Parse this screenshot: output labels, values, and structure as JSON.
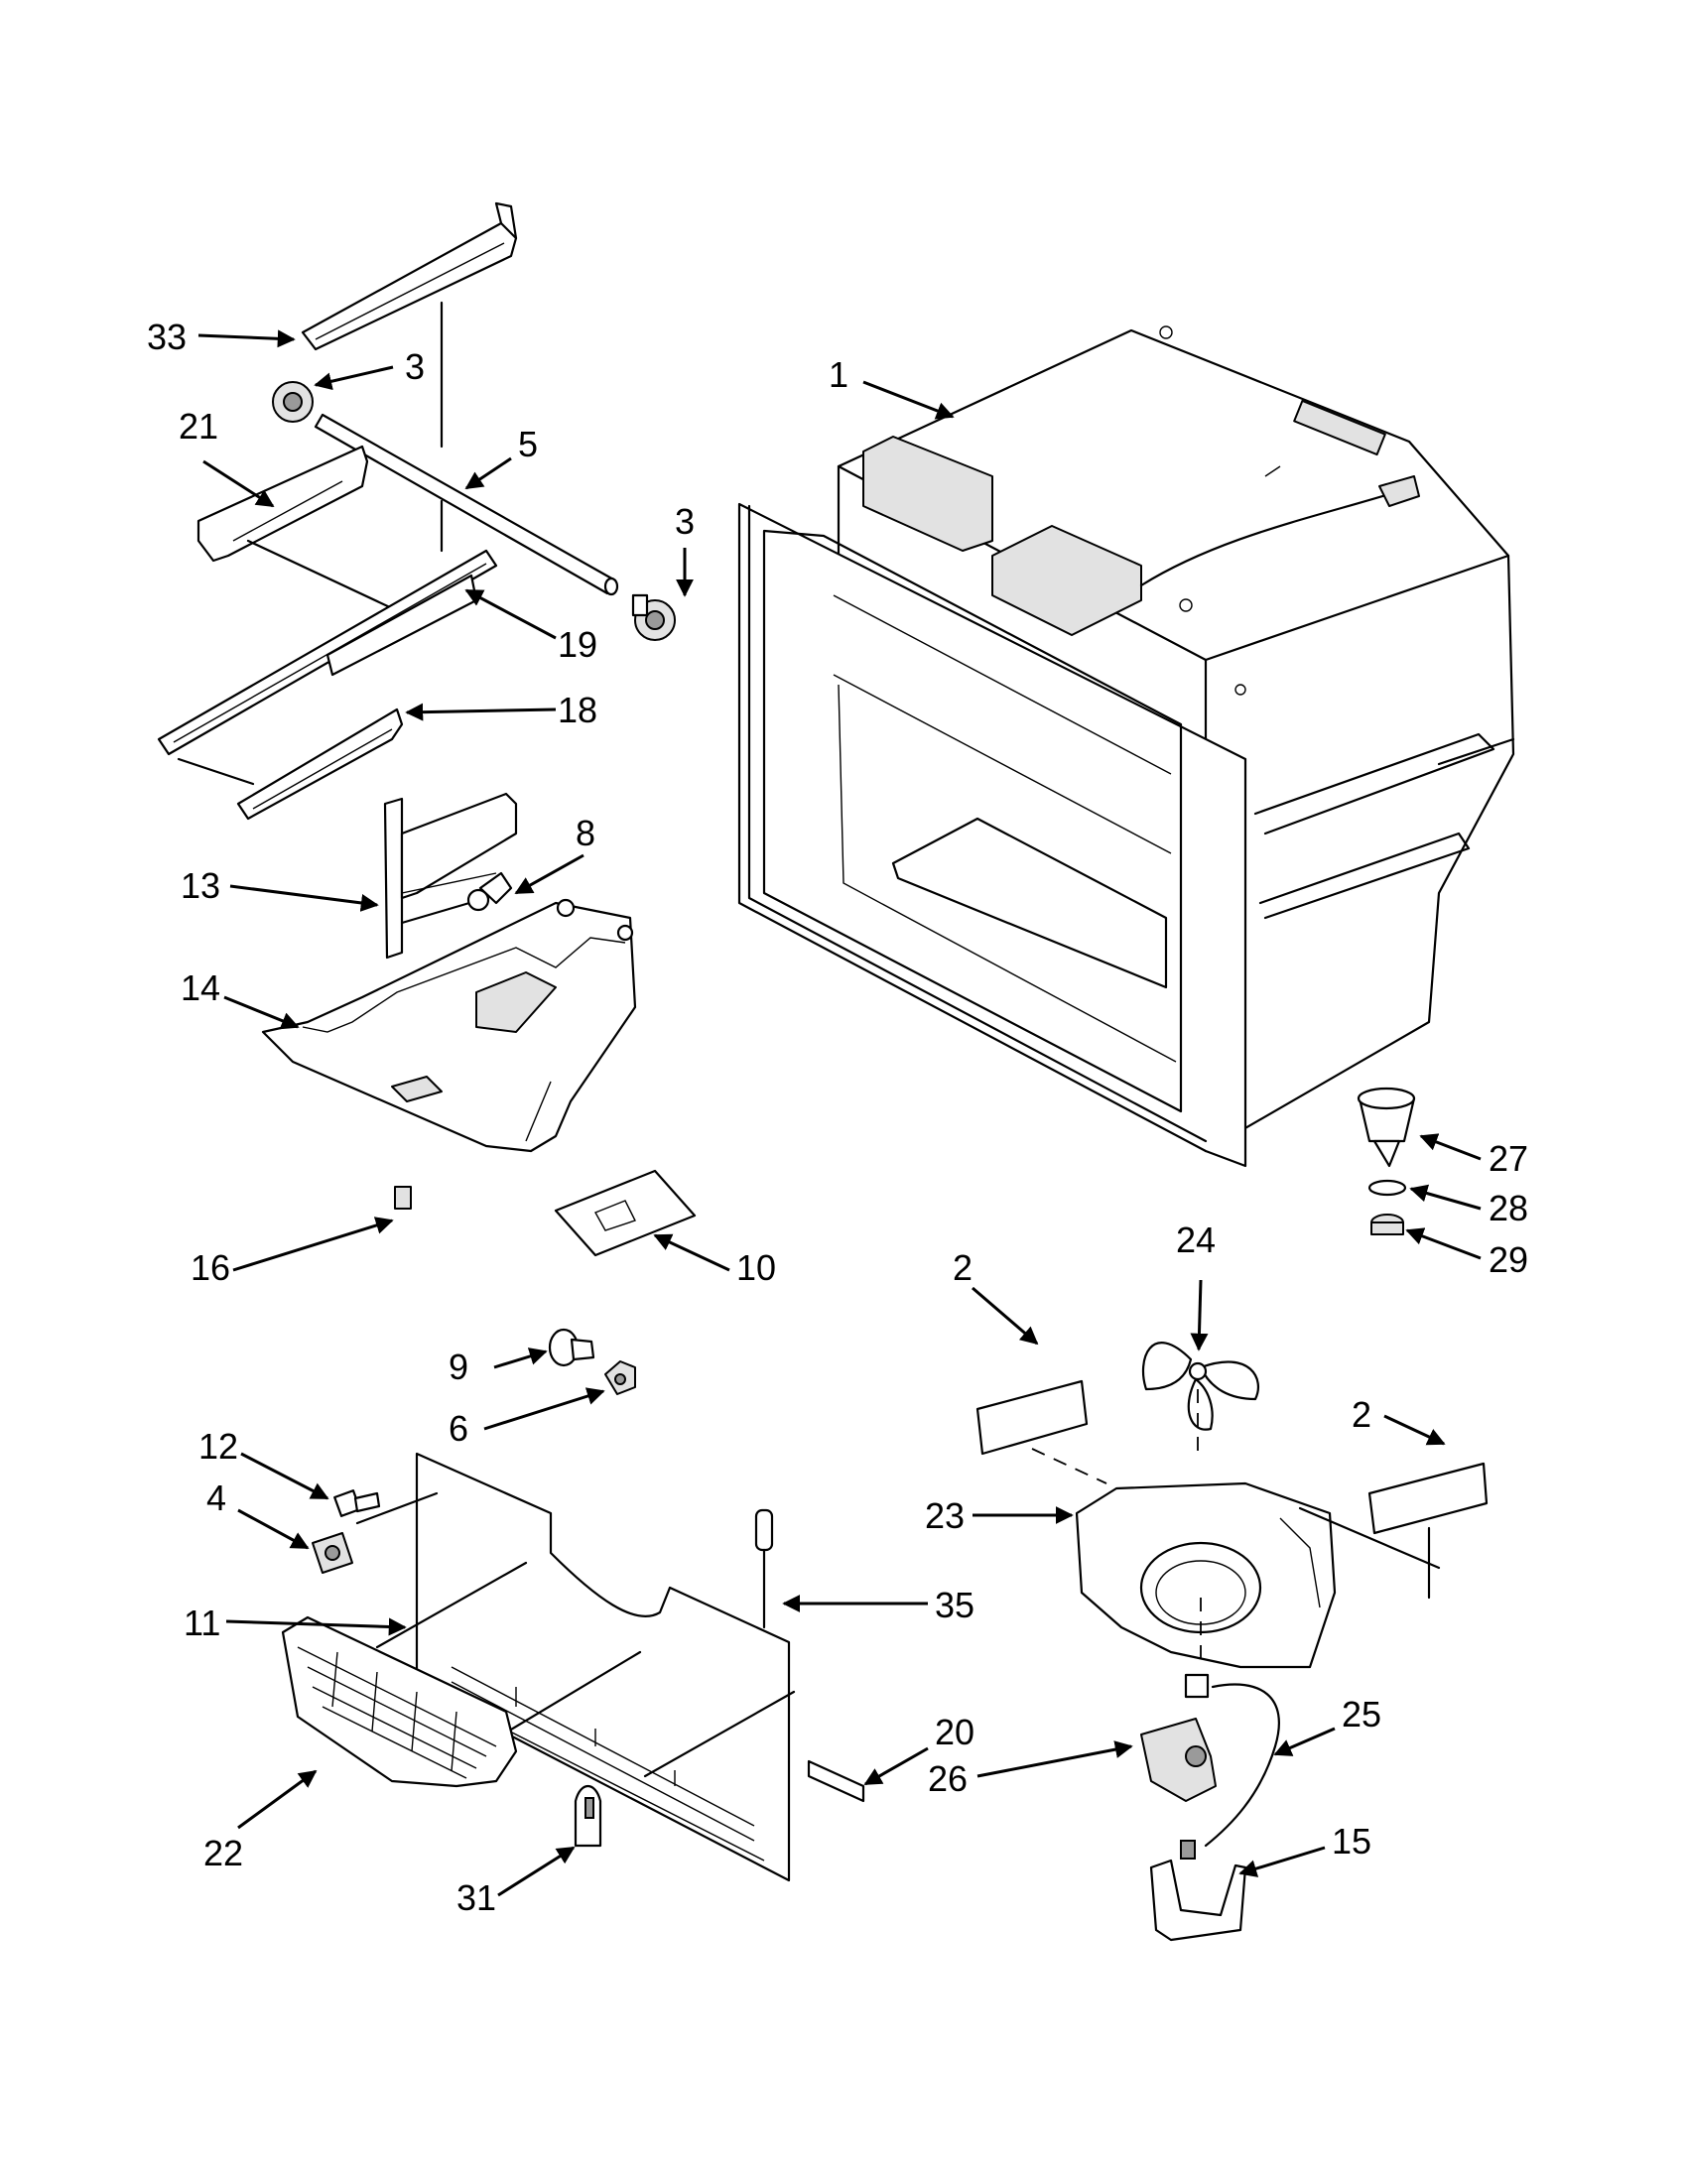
{
  "callouts": [
    {
      "id": "c33",
      "text": "33"
    },
    {
      "id": "c3a",
      "text": "3"
    },
    {
      "id": "c21",
      "text": "21"
    },
    {
      "id": "c5",
      "text": "5"
    },
    {
      "id": "c3b",
      "text": "3"
    },
    {
      "id": "c19",
      "text": "19"
    },
    {
      "id": "c18",
      "text": "18"
    },
    {
      "id": "c13",
      "text": "13"
    },
    {
      "id": "c8",
      "text": "8"
    },
    {
      "id": "c14",
      "text": "14"
    },
    {
      "id": "c16",
      "text": "16"
    },
    {
      "id": "c10",
      "text": "10"
    },
    {
      "id": "c9",
      "text": "9"
    },
    {
      "id": "c6",
      "text": "6"
    },
    {
      "id": "c12",
      "text": "12"
    },
    {
      "id": "c4",
      "text": "4"
    },
    {
      "id": "c11",
      "text": "11"
    },
    {
      "id": "c35",
      "text": "35"
    },
    {
      "id": "c20",
      "text": "20"
    },
    {
      "id": "c22",
      "text": "22"
    },
    {
      "id": "c31",
      "text": "31"
    },
    {
      "id": "c1",
      "text": "1"
    },
    {
      "id": "c27",
      "text": "27"
    },
    {
      "id": "c28",
      "text": "28"
    },
    {
      "id": "c29",
      "text": "29"
    },
    {
      "id": "c2a",
      "text": "2"
    },
    {
      "id": "c24",
      "text": "24"
    },
    {
      "id": "c2b",
      "text": "2"
    },
    {
      "id": "c23",
      "text": "23"
    },
    {
      "id": "c25",
      "text": "25"
    },
    {
      "id": "c26",
      "text": "26"
    },
    {
      "id": "c15",
      "text": "15"
    }
  ]
}
